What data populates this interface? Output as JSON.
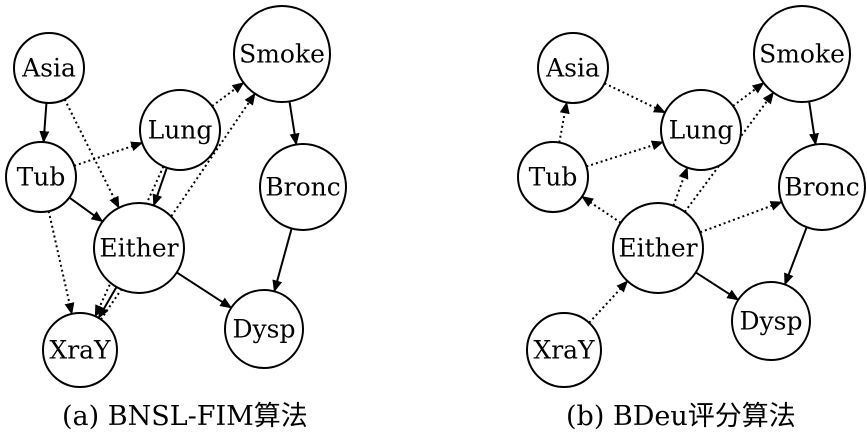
{
  "panels": [
    {
      "id": "a",
      "caption": "(a) BNSL-FIM算法",
      "nodes": [
        {
          "id": "asia",
          "label": "Asia"
        },
        {
          "id": "tub",
          "label": "Tub"
        },
        {
          "id": "lung",
          "label": "Lung"
        },
        {
          "id": "smoke",
          "label": "Smoke"
        },
        {
          "id": "bronc",
          "label": "Bronc"
        },
        {
          "id": "either",
          "label": "Either"
        },
        {
          "id": "xray",
          "label": "XraY"
        },
        {
          "id": "dysp",
          "label": "Dysp"
        }
      ],
      "edges": [
        {
          "from": "asia",
          "to": "tub",
          "style": "solid"
        },
        {
          "from": "asia",
          "to": "either",
          "style": "dotted"
        },
        {
          "from": "tub",
          "to": "lung",
          "style": "dotted"
        },
        {
          "from": "tub",
          "to": "either",
          "style": "solid"
        },
        {
          "from": "tub",
          "to": "xray",
          "style": "dotted"
        },
        {
          "from": "lung",
          "to": "smoke",
          "style": "dotted"
        },
        {
          "from": "lung",
          "to": "either",
          "style": "solid"
        },
        {
          "from": "lung",
          "to": "xray",
          "style": "dotted"
        },
        {
          "from": "smoke",
          "to": "bronc",
          "style": "solid"
        },
        {
          "from": "xray",
          "to": "smoke",
          "style": "dotted"
        },
        {
          "from": "either",
          "to": "xray",
          "style": "solid"
        },
        {
          "from": "either",
          "to": "dysp",
          "style": "solid"
        },
        {
          "from": "bronc",
          "to": "dysp",
          "style": "solid"
        }
      ]
    },
    {
      "id": "b",
      "caption": "(b) BDeu评分算法",
      "nodes": [
        {
          "id": "asia",
          "label": "Asia"
        },
        {
          "id": "tub",
          "label": "Tub"
        },
        {
          "id": "lung",
          "label": "Lung"
        },
        {
          "id": "smoke",
          "label": "Smoke"
        },
        {
          "id": "bronc",
          "label": "Bronc"
        },
        {
          "id": "either",
          "label": "Either"
        },
        {
          "id": "xray",
          "label": "XraY"
        },
        {
          "id": "dysp",
          "label": "Dysp"
        }
      ],
      "edges": [
        {
          "from": "tub",
          "to": "asia",
          "style": "dotted"
        },
        {
          "from": "asia",
          "to": "lung",
          "style": "dotted"
        },
        {
          "from": "tub",
          "to": "lung",
          "style": "dotted"
        },
        {
          "from": "lung",
          "to": "smoke",
          "style": "dotted"
        },
        {
          "from": "smoke",
          "to": "bronc",
          "style": "solid"
        },
        {
          "from": "either",
          "to": "tub",
          "style": "dotted"
        },
        {
          "from": "either",
          "to": "lung",
          "style": "dotted"
        },
        {
          "from": "either",
          "to": "smoke",
          "style": "dotted"
        },
        {
          "from": "either",
          "to": "bronc",
          "style": "dotted"
        },
        {
          "from": "either",
          "to": "dysp",
          "style": "solid"
        },
        {
          "from": "bronc",
          "to": "dysp",
          "style": "solid"
        },
        {
          "from": "xray",
          "to": "either",
          "style": "dotted"
        }
      ]
    }
  ]
}
